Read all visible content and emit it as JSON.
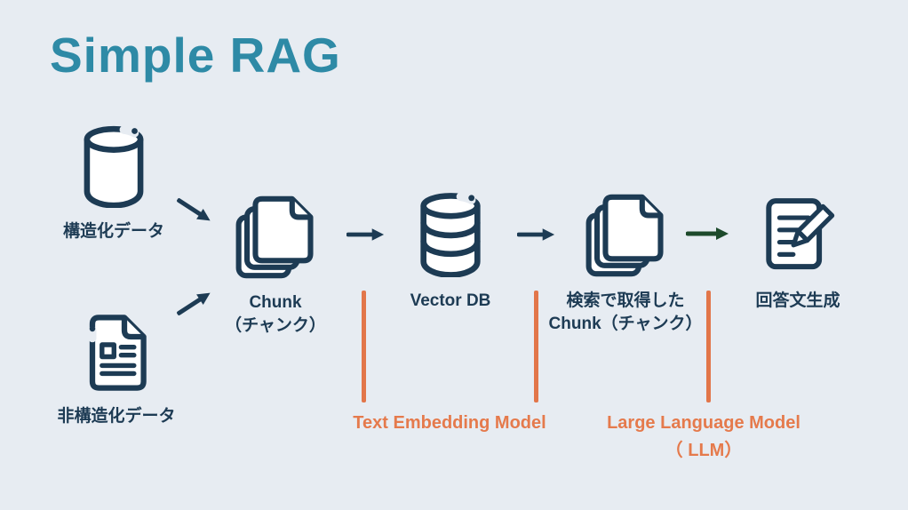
{
  "title": "Simple RAG",
  "colors": {
    "background": "#e7ecf2",
    "title_teal": "#2e8aa6",
    "icon_navy": "#1d3b54",
    "annotation_orange": "#e2764a",
    "final_arrow_green": "#1d4a2b"
  },
  "sources": [
    {
      "id": "structured",
      "label": "構造化データ",
      "icon": "database-icon"
    },
    {
      "id": "unstructured",
      "label": "非構造化データ",
      "icon": "document-icon"
    }
  ],
  "pipeline": [
    {
      "id": "chunk",
      "icon": "document-stack-icon",
      "label_lines": [
        "Chunk",
        "（チャンク）"
      ]
    },
    {
      "id": "vector-db",
      "icon": "vector-database-icon",
      "label_lines": [
        "Vector DB"
      ]
    },
    {
      "id": "retrieved-chunk",
      "icon": "document-stack-icon",
      "label_lines": [
        "検索で取得した",
        "Chunk（チャンク）"
      ]
    },
    {
      "id": "answer-generation",
      "icon": "document-pencil-icon",
      "label_lines": [
        "回答文生成"
      ]
    }
  ],
  "model_annotations": [
    {
      "id": "embedding-model",
      "label_lines": [
        "Text Embedding Model"
      ]
    },
    {
      "id": "large-language-model",
      "label_lines": [
        "Large Language Model",
        "（ LLM）"
      ]
    }
  ]
}
